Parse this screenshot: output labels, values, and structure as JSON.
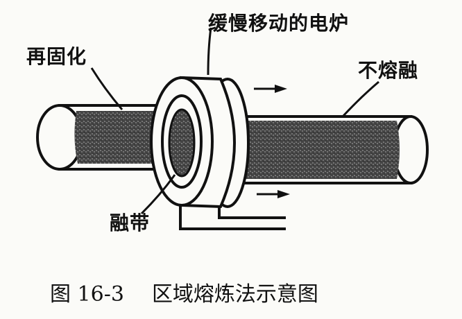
{
  "labels": {
    "furnace": "缓慢移动的电炉",
    "resolidified": "再固化",
    "unmelted": "不熔融",
    "melt_zone": "融带"
  },
  "caption": {
    "number": "图 16-3",
    "title": "区域熔炼法示意图"
  },
  "colors": {
    "ink": "#111111",
    "paper": "#fbfbf8",
    "rod_fill": "#3a3a3a"
  },
  "icons": {
    "motion_arrows": "arrow-right-icon"
  }
}
